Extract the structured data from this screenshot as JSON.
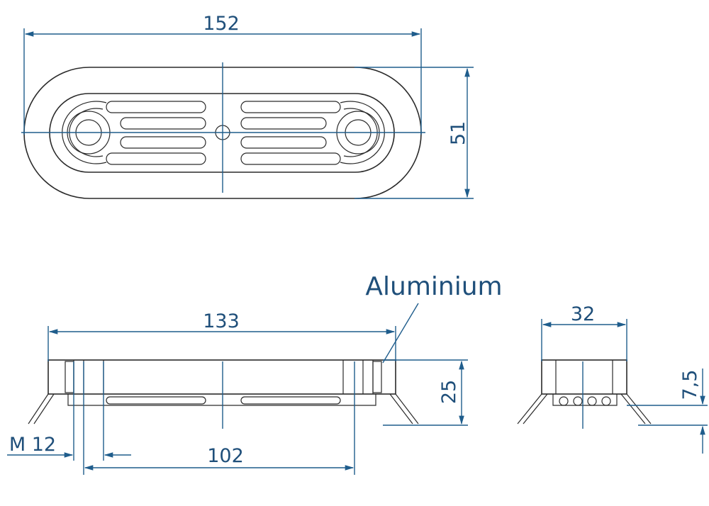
{
  "labels": {
    "top_width": "152",
    "top_height": "51",
    "material": "Aluminium",
    "front_width": "133",
    "front_height": "25",
    "thread": "M 12",
    "hole_spacing": "102",
    "side_width": "32",
    "side_height": "7,5"
  },
  "colors": {
    "dimension": "#1f5d8c",
    "outline": "#2a2a2a",
    "label": "#1f4f7a"
  }
}
